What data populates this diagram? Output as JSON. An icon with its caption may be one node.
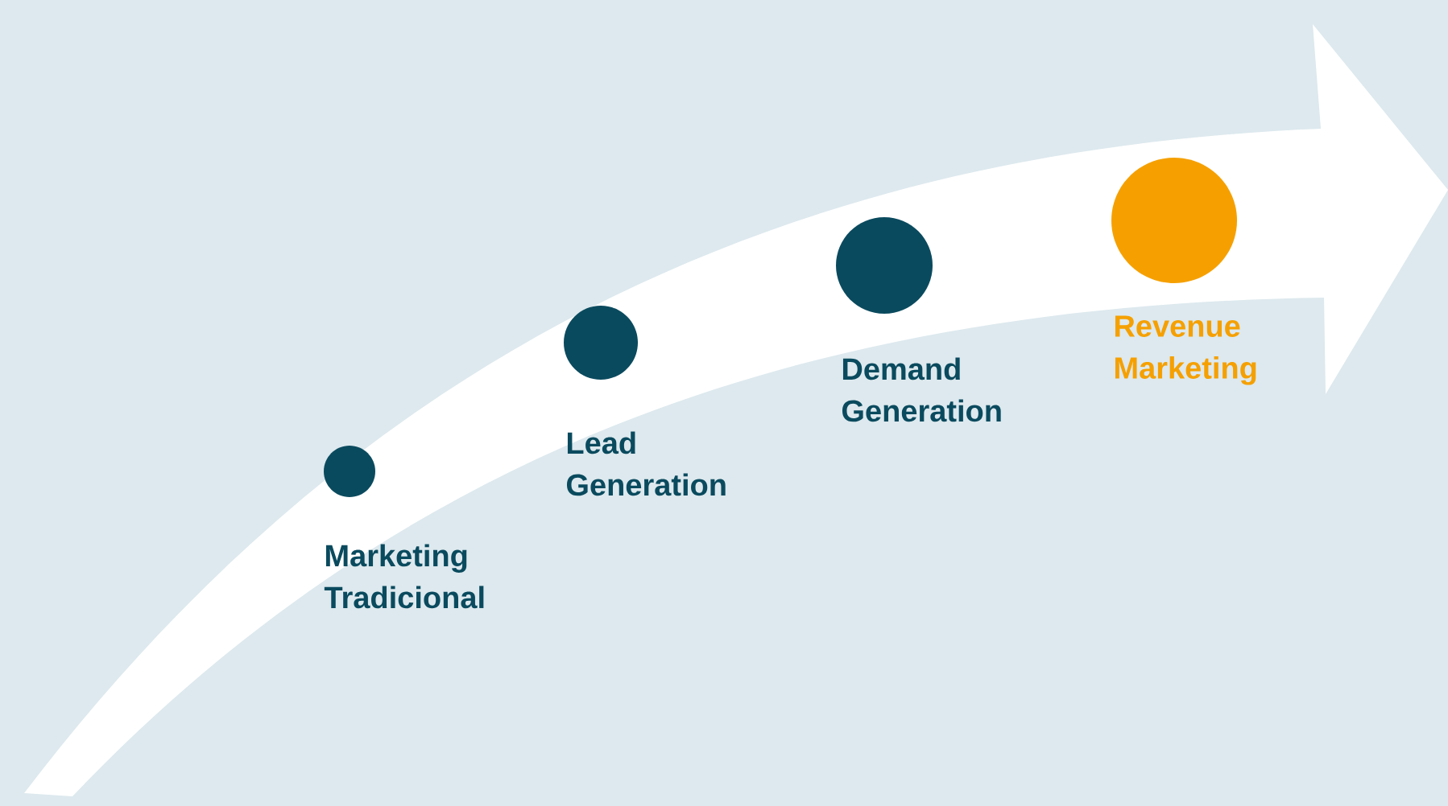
{
  "diagram": {
    "nodes": [
      {
        "text": [],
        "shape": "circle",
        "beside": [
          "Marketing Tradicional"
        ]
      },
      {
        "text": [],
        "shape": "circle",
        "beside": [
          "Lead Generation"
        ]
      },
      {
        "text": [],
        "shape": "circle",
        "beside": [
          "Demand Generation"
        ]
      },
      {
        "text": [],
        "shape": "circle",
        "beside": [
          "Revenue Marketing"
        ]
      }
    ]
  }
}
